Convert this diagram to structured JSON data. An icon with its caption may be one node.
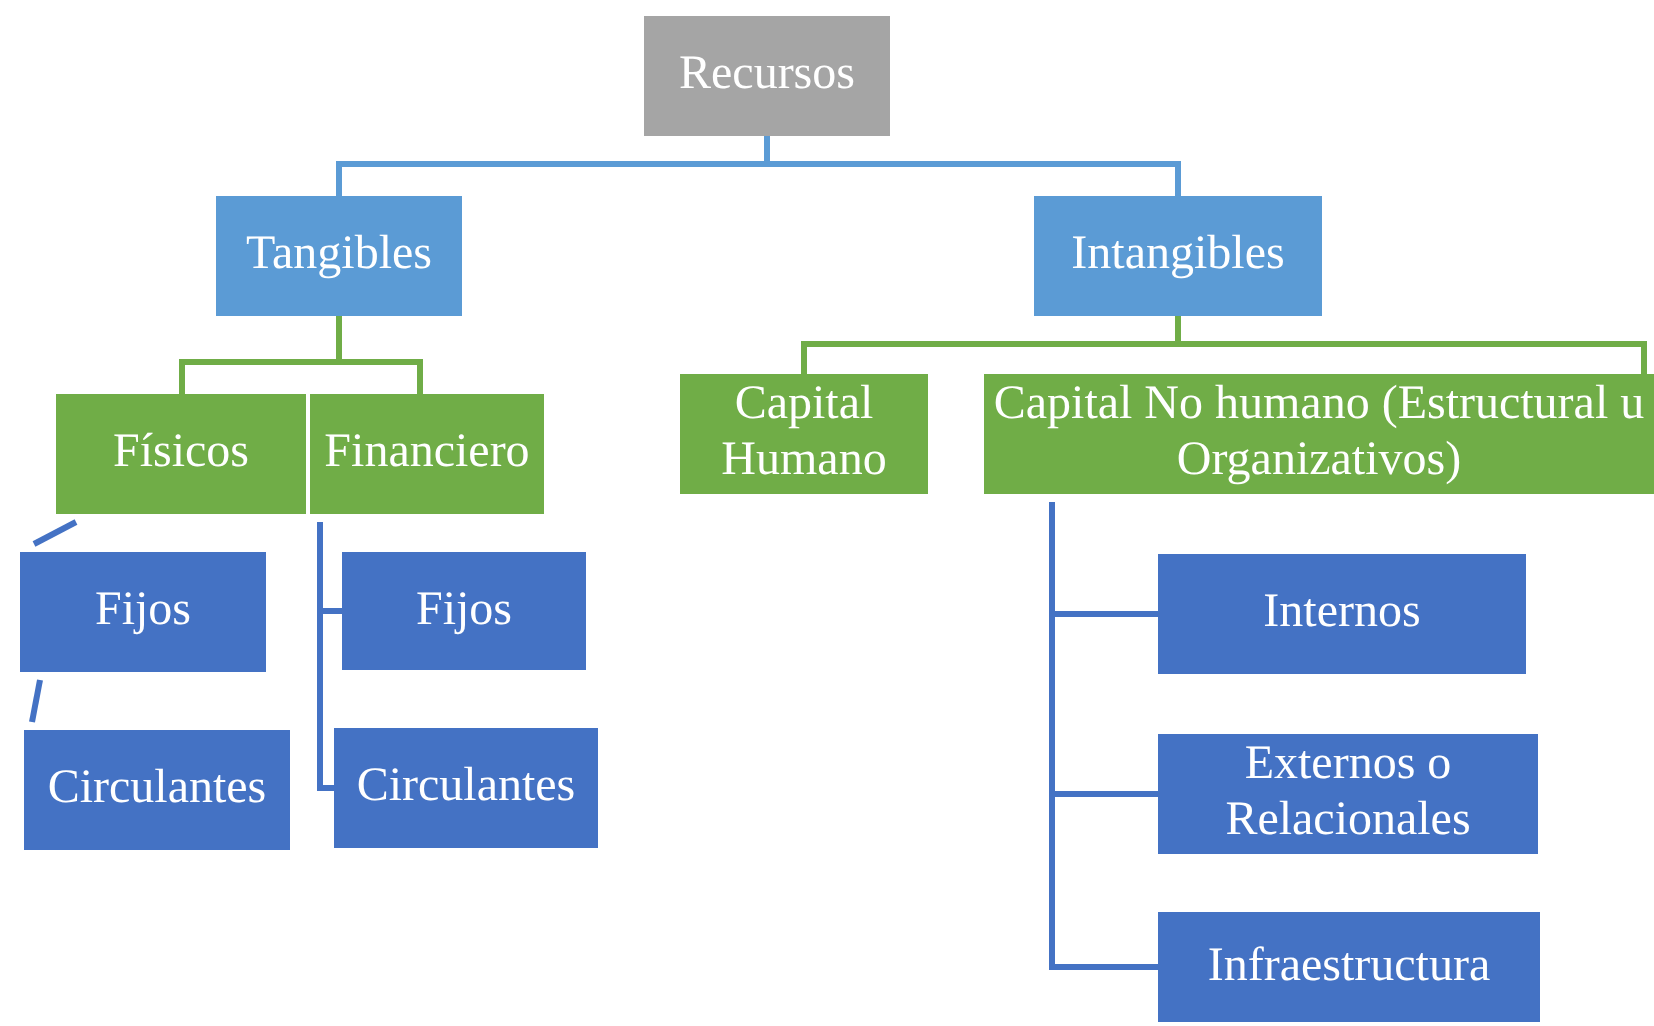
{
  "diagram": {
    "nodes": [
      {
        "text": [
          "Recursos"
        ]
      },
      {
        "text": [
          "Tangibles"
        ]
      },
      {
        "text": [
          "Intangibles"
        ]
      },
      {
        "text": [
          "Físicos"
        ]
      },
      {
        "text": [
          "Financiero"
        ]
      },
      {
        "text": [
          "Capital Humano"
        ]
      },
      {
        "text": [
          "Capital No humano (Estructural u Organizativos)"
        ]
      },
      {
        "text": [
          "Fijos"
        ]
      },
      {
        "text": [
          "Circulantes"
        ]
      },
      {
        "text": [
          "Fijos"
        ]
      },
      {
        "text": [
          "Circulantes"
        ]
      },
      {
        "text": [
          "Internos"
        ]
      },
      {
        "text": [
          "Externos o Relacionales"
        ]
      },
      {
        "text": [
          "Infraestructura"
        ]
      }
    ],
    "edges": [
      {
        "from": 0,
        "to": 1,
        "arrow": "none",
        "color": "#5b9bd5"
      },
      {
        "from": 0,
        "to": 2,
        "arrow": "none",
        "color": "#5b9bd5"
      },
      {
        "from": 1,
        "to": 3,
        "arrow": "none",
        "color": "#70ad47"
      },
      {
        "from": 1,
        "to": 4,
        "arrow": "none",
        "color": "#70ad47"
      },
      {
        "from": 2,
        "to": 5,
        "arrow": "none",
        "color": "#70ad47"
      },
      {
        "from": 2,
        "to": 6,
        "arrow": "none",
        "color": "#70ad47"
      },
      {
        "from": 7,
        "to": 3,
        "arrow": "none"
      },
      {
        "from": 8,
        "to": 7,
        "arrow": "none"
      },
      {
        "from": 4,
        "to": 9,
        "arrow": "none"
      },
      {
        "from": 4,
        "to": 10,
        "arrow": "none"
      },
      {
        "from": 6,
        "to": 11,
        "arrow": "none"
      },
      {
        "from": 6,
        "to": 12,
        "arrow": "none"
      },
      {
        "from": 6,
        "to": 13,
        "arrow": "none"
      }
    ]
  }
}
